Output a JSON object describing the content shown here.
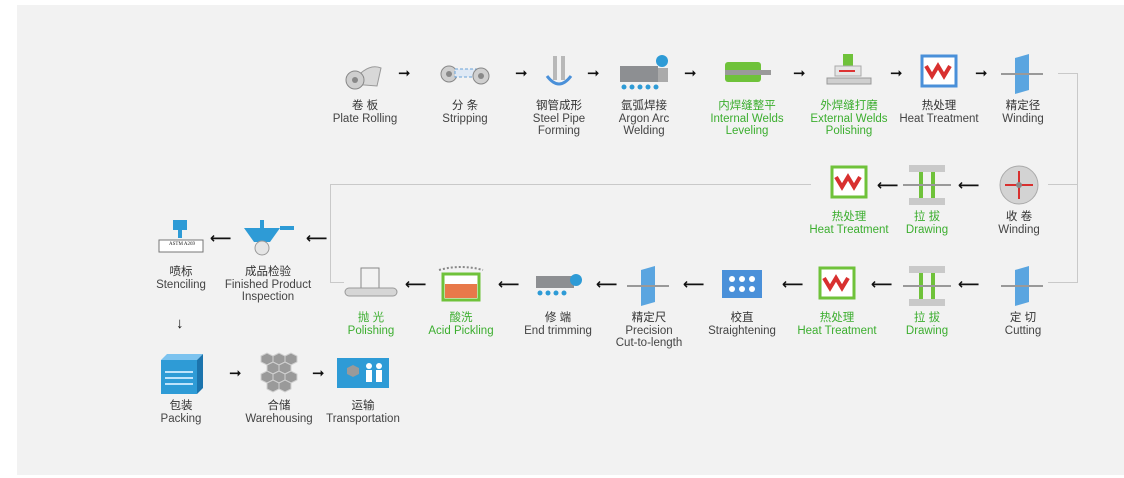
{
  "colors": {
    "background": "#f2f2f2",
    "green_text": "#3cae2f",
    "dark_text": "#333333",
    "connector": "#c9c9c9"
  },
  "row1": [
    {
      "zh": "卷 板",
      "en": "Plate Rolling",
      "icon": "plate-rolling-icon"
    },
    {
      "zh": "分 条",
      "en": "Stripping",
      "icon": "stripping-icon"
    },
    {
      "zh": "钢管成形",
      "en": "Steel Pipe Forming",
      "icon": "pipe-forming-icon"
    },
    {
      "zh": "氩弧焊接",
      "en": "Argon Arc Welding",
      "icon": "argon-welding-icon"
    },
    {
      "zh": "内焊缝整平",
      "en": "Internal Welds Leveling",
      "icon": "internal-leveling-icon"
    },
    {
      "zh": "外焊缝打磨",
      "en": "External Welds Polishing",
      "icon": "external-polishing-icon"
    },
    {
      "zh": "热处理",
      "en": "Heat Treatment",
      "icon": "heat-treatment-icon"
    },
    {
      "zh": "精定径",
      "en": "Winding",
      "icon": "sizing-icon"
    }
  ],
  "row2": [
    {
      "zh": "热处理",
      "en": "Heat Treatment",
      "icon": "heat-treatment-icon"
    },
    {
      "zh": "拉 拔",
      "en": "Drawing",
      "icon": "drawing-icon"
    },
    {
      "zh": "收 卷",
      "en": "Winding",
      "icon": "winding-icon"
    }
  ],
  "row3": [
    {
      "zh": "抛 光",
      "en": "Polishing",
      "icon": "polishing-icon"
    },
    {
      "zh": "酸洗",
      "en": "Acid Pickling",
      "icon": "acid-pickling-icon"
    },
    {
      "zh": "修 端",
      "en": "End trimming",
      "icon": "end-trimming-icon"
    },
    {
      "zh": "精定尺",
      "en": "Precision Cut-to-length",
      "icon": "cut-to-length-icon"
    },
    {
      "zh": "校直",
      "en": "Straightening",
      "icon": "straightening-icon"
    },
    {
      "zh": "热处理",
      "en": "Heat Treatment",
      "icon": "heat-treatment-icon"
    },
    {
      "zh": "拉 拔",
      "en": "Drawing",
      "icon": "drawing-icon"
    },
    {
      "zh": "定 切",
      "en": "Cutting",
      "icon": "cutting-icon"
    }
  ],
  "left": [
    {
      "zh": "喷标",
      "en": "Stenciling",
      "icon": "stenciling-icon",
      "label": "ASTM A269"
    },
    {
      "zh": "成品检验",
      "en": "Finished Product Inspection",
      "icon": "inspection-icon"
    }
  ],
  "bottom": [
    {
      "zh": "包装",
      "en": "Packing",
      "icon": "packing-icon"
    },
    {
      "zh": "合储",
      "en": "Warehousing",
      "icon": "warehousing-icon"
    },
    {
      "zh": "运输",
      "en": "Transportation",
      "icon": "transportation-icon"
    }
  ]
}
